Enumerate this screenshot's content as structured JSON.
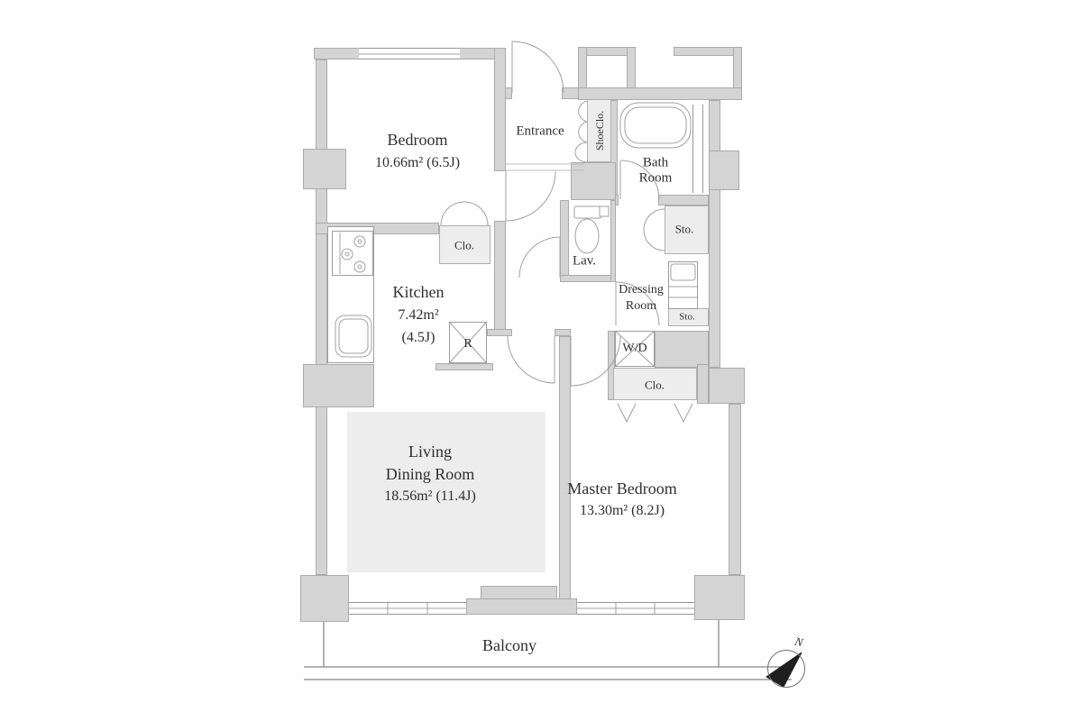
{
  "plan": {
    "rooms": {
      "bedroom": {
        "name": "Bedroom",
        "area": "10.66m²  (6.5J)"
      },
      "entrance": {
        "name": "Entrance"
      },
      "shoe_closet": {
        "name": "ShoeClo."
      },
      "bathroom": {
        "name_line1": "Bath",
        "name_line2": "Room"
      },
      "lavatory": {
        "name": "Lav."
      },
      "dressing_room": {
        "name_line1": "Dressing",
        "name_line2": "Room"
      },
      "kitchen": {
        "name": "Kitchen",
        "area_line1": "7.42m²",
        "area_line2": "(4.5J)"
      },
      "living_dining": {
        "name_line1": "Living",
        "name_line2": "Dining Room",
        "area": "18.56m²  (11.4J)"
      },
      "master_bedroom": {
        "name": "Master Bedroom",
        "area": "13.30m²  (8.2J)"
      },
      "balcony": {
        "name": "Balcony"
      }
    },
    "fixtures": {
      "closet_bedroom": "Clo.",
      "closet_master": "Clo.",
      "storage_upper": "Sto.",
      "storage_lower": "Sto.",
      "washer_dryer": "W/D",
      "refrigerator": "R"
    },
    "compass": {
      "north_label": "N"
    },
    "colors": {
      "wall_fill": "#d4d4d4",
      "wall_outline": "#ababab",
      "shaded_fill": "#ededed",
      "text": "#2f2f2f",
      "line": "#a0a0a0"
    }
  }
}
